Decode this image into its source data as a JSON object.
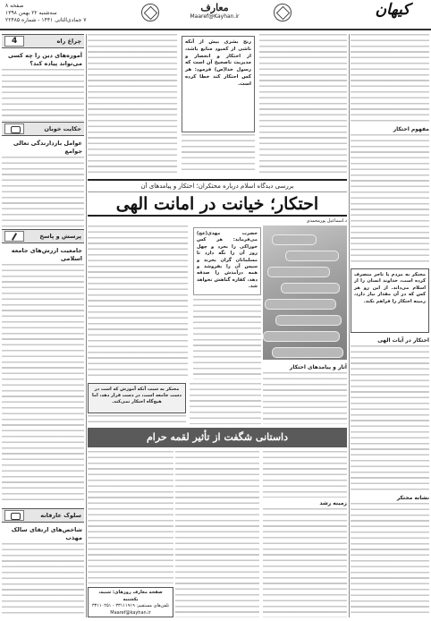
{
  "header": {
    "page_no": "صفحه ۸",
    "date_line": "سه‌شنبه ۲۲ بهمن ۱۳۹۸",
    "issue_line": "۷ جمادی‌الثانی ۱۴۴۱ - شماره ۲۲۴۸۵",
    "section": "معارف",
    "site": "Maaref@Kayhan.ir",
    "logo_text": "کیهان"
  },
  "left": {
    "k1": "چراغ راه",
    "t1": "آموزه‌های دین را چه کسی می‌تواند پیاده کند؟",
    "k2": "حکایت خوبان",
    "t2": "عوامل بازدارندگی تعالی جوامع",
    "k3": "پرسش و پاسخ",
    "t3": "جامعیت ارزش‌های جامعه اسلامی",
    "k4": "سلوک عارفانه",
    "t4": "شاخص‌های ارتقای سالک مهذب",
    "contact_title": "صفحه معارف روزهای: شنبه، یکشنبه",
    "contact_tel": "تلفن‌های مستقیم: ۳۳۱۱۱۹۱۹ - ۳۳۱۱۰۲۵۱",
    "contact_mail": "Maaref@kayhan.ir"
  },
  "main": {
    "quote1": "رنج بشری بیش از آنکه ناشی از کمبود منابع باشد، از احتکار و انحصار و مدیریت ناصحیح آن است که رسول خدا(ص) فرمود: هر کس احتکار کند خطا کرده است.",
    "banner_kicker": "بررسی دیدگاه اسلام درباره محتکران؛ احتکار و پیامدهای آن",
    "banner_title": "احتکار؛ خیانت در امانت الهی",
    "byline": "د.اسماعیل پورمحمدی",
    "photo_quote": "حضرت مهدی(عج) می‌فرماید: هر کس خوراکی را بخرد و چهل روز آن را نگه دارد تا مسلمانان گران بخرند و سپس آن را بفروشد و همه درآمدش را صدقه دهد، کفاره گناهش نخواهد شد.",
    "sub1": "آثار و پیامدهای احتکار",
    "hadith": "محتکر به سبب آنکه آموزش که است در دست جامعه است، در دست قرار دهد، اما هیچ‌گاه احتکار نمی‌کند.",
    "story_title": "داستانی شگفت از تأثیر لقمه حرام",
    "sub2": "زمینه رشد"
  },
  "right": {
    "r_title": "احتکار مستلزم گناهی بزرگ",
    "sub1": "مفهوم احتکار",
    "box_quote": "محتکر به مردم یا تاجر منصرف کرده است، خداوند انسان را از اسلام می‌داند. از این رو هر کس که در آن مقدار نیاز دارد، زمینه احتکار را فراهم نکند.",
    "sub2": "احتکار در آیات الهی",
    "sub3": "نشانه محتکر"
  }
}
